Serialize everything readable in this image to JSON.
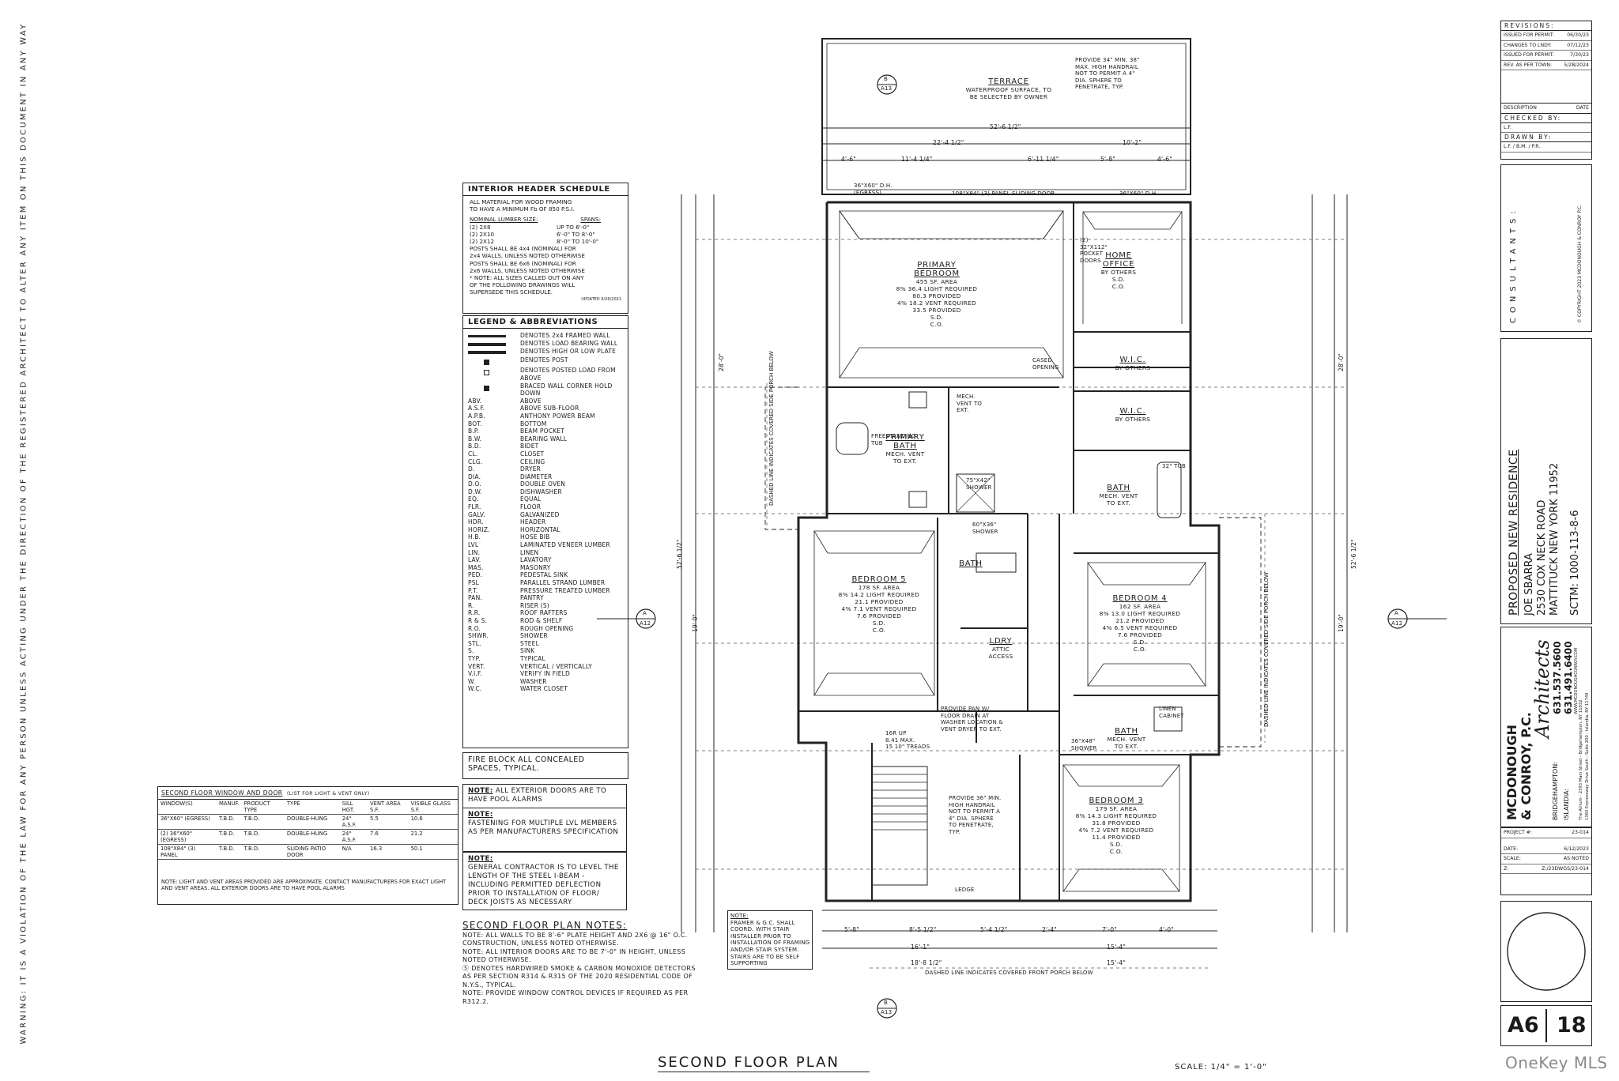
{
  "warning": "WARNING: IT IS A VIOLATION OF THE LAW FOR ANY PERSON UNLESS ACTING UNDER THE DIRECTION OF THE REGISTERED ARCHITECT TO ALTER ANY ITEM ON THIS DOCUMENT IN ANY WAY",
  "header_schedule": {
    "title": "INTERIOR HEADER SCHEDULE",
    "intro": [
      "ALL MATERIAL FOR WOOD FRAMING",
      "TO HAVE A MINIMUM Fb OF 850 P.S.I."
    ],
    "col_size": "NOMINAL LUMBER SIZE:",
    "col_span": "SPANS:",
    "rows": [
      {
        "size": "(2) 2X8",
        "span": "UP TO 6'-0\""
      },
      {
        "size": "(2) 2X10",
        "span": "6'-0\" TO 8'-0\""
      },
      {
        "size": "(2) 2X12",
        "span": "8'-0\" TO 10'-0\""
      }
    ],
    "notes": [
      "POSTS SHALL BE 4x4 (NOMINAL) FOR",
      "2x4 WALLS, UNLESS NOTED OTHERWISE",
      "POSTS SHALL BE 6x6 (NOMINAL) FOR",
      "2x6 WALLS, UNLESS NOTED OTHERWISE",
      "* NOTE: ALL SIZES CALLED OUT ON ANY",
      "OF THE FOLLOWING DRAWINGS WILL",
      "SUPERSEDE THIS SCHEDULE."
    ],
    "updated": "UPDATED 6/26/2021"
  },
  "legend": {
    "title": "LEGEND & ABBREVIATIONS",
    "symbols": [
      "DENOTES 2x4 FRAMED WALL",
      "DENOTES LOAD BEARING WALL",
      "DENOTES HIGH OR LOW PLATE",
      "DENOTES POST",
      "DENOTES POSTED LOAD FROM ABOVE",
      "BRACED WALL CORNER HOLD DOWN"
    ],
    "abbr": [
      [
        "ABV.",
        "ABOVE"
      ],
      [
        "A.S.F.",
        "ABOVE SUB-FLOOR"
      ],
      [
        "A.P.B.",
        "ANTHONY POWER BEAM"
      ],
      [
        "BOT.",
        "BOTTOM"
      ],
      [
        "B.P.",
        "BEAM POCKET"
      ],
      [
        "B.W.",
        "BEARING WALL"
      ],
      [
        "B.D.",
        "BIDET"
      ],
      [
        "CL.",
        "CLOSET"
      ],
      [
        "CLG.",
        "CEILING"
      ],
      [
        "D.",
        "DRYER"
      ],
      [
        "DIA.",
        "DIAMETER"
      ],
      [
        "D.O.",
        "DOUBLE OVEN"
      ],
      [
        "D.W.",
        "DISHWASHER"
      ],
      [
        "EQ.",
        "EQUAL"
      ],
      [
        "FLR.",
        "FLOOR"
      ],
      [
        "GALV.",
        "GALVANIZED"
      ],
      [
        "HDR.",
        "HEADER"
      ],
      [
        "HORIZ.",
        "HORIZONTAL"
      ],
      [
        "H.B.",
        "HOSE BIB"
      ],
      [
        "LVL",
        "LAMINATED VENEER LUMBER"
      ],
      [
        "LIN.",
        "LINEN"
      ],
      [
        "LAV.",
        "LAVATORY"
      ],
      [
        "MAS.",
        "MASONRY"
      ],
      [
        "PED.",
        "PEDESTAL SINK"
      ],
      [
        "PSL",
        "PARALLEL STRAND LUMBER"
      ],
      [
        "P.T.",
        "PRESSURE TREATED LUMBER"
      ],
      [
        "PAN.",
        "PANTRY"
      ],
      [
        "R.",
        "RISER (S)"
      ],
      [
        "R.R.",
        "ROOF RAFTERS"
      ],
      [
        "R & S.",
        "ROD & SHELF"
      ],
      [
        "R.O.",
        "ROUGH OPENING"
      ],
      [
        "SHWR.",
        "SHOWER"
      ],
      [
        "STL.",
        "STEEL"
      ],
      [
        "S.",
        "SINK"
      ],
      [
        "TYP.",
        "TYPICAL"
      ],
      [
        "VERT.",
        "VERTICAL / VERTICALLY"
      ],
      [
        "V.I.F.",
        "VERIFY IN FIELD"
      ],
      [
        "W.",
        "WASHER"
      ],
      [
        "W.C.",
        "WATER CLOSET"
      ]
    ]
  },
  "fireblock": [
    "FIRE BLOCK ALL CONCEALED",
    "SPACES, TYPICAL."
  ],
  "window_schedule": {
    "title": "SECOND FLOOR WINDOW AND DOOR",
    "subtitle": "(LIST FOR LIGHT & VENT ONLY)",
    "headers": [
      "WINDOW(S)",
      "MANUF.",
      "PRODUCT TYPE",
      "TYPE",
      "SILL HGT.",
      "VENT AREA S.F.",
      "VISIBLE GLASS S.F."
    ],
    "rows": [
      [
        "36\"X60\" (EGRESS)",
        "T.B.D.",
        "T.B.D.",
        "DOUBLE-HUNG",
        "24\" A.S.F.",
        "5.5",
        "10.6"
      ],
      [
        "(2) 36\"X60\" (EGRESS)",
        "T.B.D.",
        "T.B.D.",
        "DOUBLE-HUNG",
        "24\" A.S.F.",
        "7.6",
        "21.2"
      ],
      [
        "108\"X84\" (3) PANEL",
        "T.B.D.",
        "T.B.D.",
        "SLIDING PATIO DOOR",
        "N/A",
        "16.3",
        "50.1"
      ]
    ],
    "footnote": "NOTE: LIGHT AND VENT AREAS PROVIDED ARE APPROXIMATE. CONTACT MANUFACTURERS FOR EXACT LIGHT AND VENT AREAS. ALL EXTERIOR DOORS ARE TO HAVE POOL ALARMS"
  },
  "notes": {
    "pool": {
      "label": "NOTE:",
      "text": "ALL EXTERIOR DOORS ARE TO HAVE POOL ALARMS"
    },
    "fastening": {
      "label": "NOTE:",
      "text": "FASTENING FOR MULTIPLE LVL MEMBERS AS PER MANUFACTURERS SPECIFICATION"
    },
    "contractor": {
      "label": "NOTE:",
      "text": "GENERAL CONTRACTOR IS TO LEVEL THE LENGTH OF THE STEEL I-BEAM - INCLUDING PERMITTED DEFLECTION PRIOR TO INSTALLATION OF FLOOR/ DECK JOISTS AS NECESSARY"
    }
  },
  "plan_notes": {
    "title": "SECOND FLOOR PLAN NOTES:",
    "items": [
      "NOTE: ALL WALLS TO BE 8'-6\" PLATE HEIGHT AND 2X6 @ 16\" O.C. CONSTRUCTION, UNLESS NOTED OTHERWISE.",
      "NOTE: ALL INTERIOR DOORS ARE TO BE 7'-0\" IN HEIGHT, UNLESS NOTED OTHERWISE.",
      "Ⓢ DENOTES HARDWIRED SMOKE & CARBON MONOXIDE DETECTORS AS PER SECTION R314 & R315 OF THE 2020 RESIDENTIAL CODE OF N.Y.S., TYPICAL.",
      "NOTE: PROVIDE WINDOW CONTROL DEVICES IF REQUIRED AS PER R312.2."
    ]
  },
  "drawing": {
    "title": "SECOND FLOOR PLAN",
    "scale": "SCALE: 1/4\" = 1'-0\"",
    "terrace": {
      "name": "TERRACE",
      "text": [
        "WATERPROOF SURFACE, TO",
        "BE SELECTED BY OWNER"
      ]
    },
    "handrail_note": [
      "PROVIDE 34\" MIN. 38\"",
      "MAX. HIGH HANDRAIL",
      "NOT TO PERMIT A 4\"",
      "DIA. SPHERE TO",
      "PENETRATE, TYP."
    ],
    "rooms": [
      {
        "name": "PRIMARY BEDROOM",
        "info": [
          "455 SF. AREA",
          "8% 36.4 LIGHT REQUIRED",
          "80.3 PROVIDED",
          "4% 18.2 VENT REQUIRED",
          "33.5 PROVIDED",
          "S.D.",
          "C.O."
        ]
      },
      {
        "name": "HOME OFFICE",
        "info": [
          "BY OTHERS",
          "S.D.",
          "C.O."
        ]
      },
      {
        "name": "W.I.C.",
        "info": [
          "BY OTHERS"
        ]
      },
      {
        "name": "W.I.C.",
        "info": [
          "BY OTHERS"
        ]
      },
      {
        "name": "PRIMARY BATH",
        "info": [
          "MECH. VENT",
          "TO EXT."
        ]
      },
      {
        "name": "BATH",
        "info": [
          "MECH. VENT",
          "TO EXT."
        ]
      },
      {
        "name": "BEDROOM 5",
        "info": [
          "178 SF. AREA",
          "8% 14.2 LIGHT REQUIRED",
          "21.1 PROVIDED",
          "4% 7.1 VENT REQUIRED",
          "7.6 PROVIDED",
          "S.D.",
          "C.O."
        ]
      },
      {
        "name": "BEDROOM 4",
        "info": [
          "162 SF. AREA",
          "8% 13.0 LIGHT REQUIRED",
          "21.2 PROVIDED",
          "4% 6.5 VENT REQUIRED",
          "7.6 PROVIDED",
          "S.D.",
          "C.O."
        ]
      },
      {
        "name": "BATH",
        "info": []
      },
      {
        "name": "LDRY",
        "info": [
          "ATTIC ACCESS"
        ]
      },
      {
        "name": "BATH",
        "info": [
          "MECH. VENT",
          "TO EXT."
        ]
      },
      {
        "name": "BEDROOM 3",
        "info": [
          "179 SF. AREA",
          "8% 14.3 LIGHT REQUIRED",
          "31.8 PROVIDED",
          "4% 7.2 VENT REQUIRED",
          "11.4 PROVIDED",
          "S.D.",
          "C.O."
        ]
      }
    ],
    "labels": {
      "slider": "108\"X84\" (3) PANEL SLIDING DOOR",
      "win_egress_left": "36\"X60\" D.H. (EGRESS)",
      "win_egress_right": "36\"X60\" D.H.",
      "pocket": "(2) 32\"X112\" POCKET DOORS",
      "cased": "CASED OPENING",
      "mech_vent": [
        "MECH.",
        "VENT TO",
        "EXT."
      ],
      "shower": "75\"X42\" SHOWER",
      "shower2": "60\"X36\" SHOWER",
      "shower3": "36\"X48\" SHOWER",
      "freestanding": "FREESTANDING TUB",
      "tub": "32\" TUB",
      "linen": "LINEN CABINET",
      "dryer_note": [
        "PROVIDE PAN W/",
        "FLOOR DRAIN AT",
        "WASHER LOCATION &",
        "VENT DRYER TO EXT."
      ],
      "stair": [
        "16R UP",
        "8.41 MAX.",
        "15 10\" TREADS"
      ],
      "handrail2": [
        "PROVIDE 36\" MIN.",
        "HIGH HANDRAIL",
        "NOT TO PERMIT A",
        "4\" DIA. SPHERE",
        "TO PENETRATE,",
        "TYP."
      ],
      "stair_note": [
        "NOTE:",
        "FRAMER & G.C. SHALL",
        "COORD. WITH STAIR",
        "INSTALLER PRIOR TO",
        "INSTALLATION OF FRAMING",
        "AND/OR STAIR SYSTEM.",
        "STAIRS ARE TO BE SELF",
        "SUPPORTING"
      ],
      "dashed_front": "DASHED LINE INDICATES COVERED FRONT PORCH BELOW",
      "dashed_left": "DASHED LINE INDICATES COVERED SIDE PORCH BELOW",
      "dashed_right": "DASHED LINE INDICATES COVERED SIDE PORCH BELOW",
      "ledge": "LEDGE"
    },
    "dims_top": [
      "52'-6 1/2\"",
      "22'-4 1/2\"",
      "10'-2\"",
      "4'-6\"",
      "11'-4 1/4\"",
      "6'-11 1/4\"",
      "5'-8\"",
      "4'-6\""
    ],
    "dims_bottom": [
      "5'-8\"",
      "8'-5 1/2\"",
      "5'-4 1/2\"",
      "2'-4\"",
      "7'-0\"",
      "4'-0\"",
      "16'-1\"",
      "15'-4\"",
      "18'-8 1/2\"",
      "15'-4\""
    ],
    "dims_left": [
      "28'-0\"",
      "52'-6 1/2\"",
      "19'-0\""
    ],
    "dims_right": [
      "28'-0\"",
      "52'-6 1/2\"",
      "19'-0\""
    ],
    "section_markers": [
      {
        "letter": "B",
        "sheet": "A13"
      },
      {
        "letter": "A",
        "sheet": "A12"
      },
      {
        "letter": "A",
        "sheet": "A12"
      },
      {
        "letter": "B",
        "sheet": "A13"
      }
    ]
  },
  "title_block": {
    "revisions_title": "REVISIONS:",
    "revisions": [
      {
        "desc": "ISSUED FOR PERMIT:",
        "date": "06/30/23"
      },
      {
        "desc": "CHANGES TO LNDY:",
        "date": "07/12/23"
      },
      {
        "desc": "ISSUED FOR PERMIT:",
        "date": "7/30/23"
      },
      {
        "desc": "REV. AS PER TOWN:",
        "date": "5/28/2024"
      }
    ],
    "desc_label": "DESCRIPTION",
    "date_label": "DATE",
    "checked_by": "CHECKED BY:",
    "checked_val": "L.F.",
    "drawn_by": "DRAWN BY:",
    "drawn_val": "L.F. / B.M. / P.R.",
    "consultants": "CONSULTANTS:",
    "copyright": "© COPYRIGHT 2023 MCDONOUGH & CONROY P.C.",
    "project_title": "PROPOSED NEW RESIDENCE",
    "client": "JOE SBARRA",
    "address1": "2530 COX NECK ROAD",
    "address2": "MATTITUCK NEW YORK 11952",
    "sctm": "SCTM: 1000-113-8-6",
    "firm_1": "MCDONOUGH",
    "firm_2": "& CONROY, P.C.",
    "firm_script": "Architects",
    "phone1": "631.537.5600",
    "phone2": "631.491.6400",
    "loc1": "BRIDGEHAMPTON:",
    "loc2": "ISLANDIA:",
    "addr_small1": "The Atrium - 2393 Main Street - Bridgehampton, NY 11932",
    "addr_small2": "1360 Expressway Drive South - Suite 200 - Islandia, NY 11749",
    "web": "WWW.MCDONOUGHCONROY.COM",
    "project_no_label": "PROJECT #:",
    "project_no": "23-014",
    "date_label2": "DATE:",
    "date_val": "6/12/2023",
    "scale_label": "SCALE:",
    "scale_val": "AS NOTED",
    "file_label": "Z:",
    "file_val": "Z:/23DWGS/23-014",
    "sheet": "A6",
    "sheet_total": "18"
  },
  "watermark": "OneKey MLS"
}
